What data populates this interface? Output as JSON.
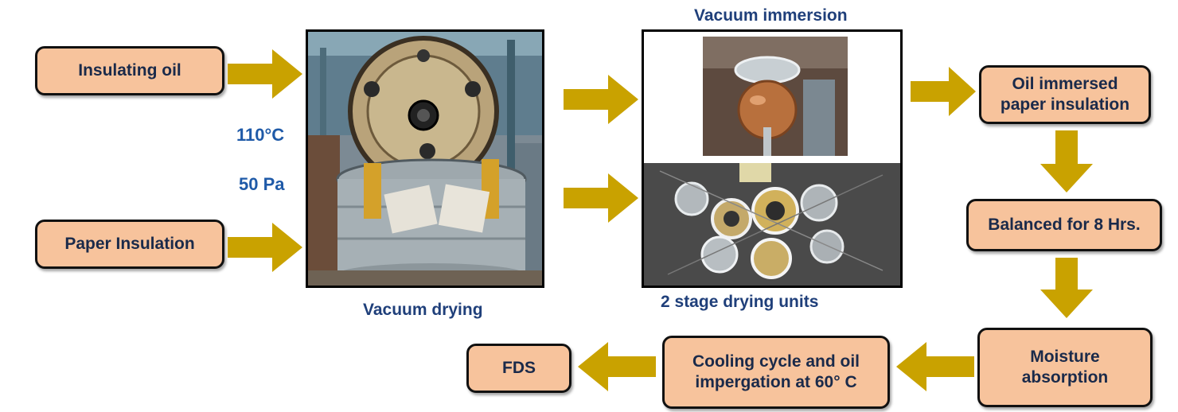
{
  "boxes": {
    "insulating_oil": "Insulating oil",
    "paper_insulation": "Paper Insulation",
    "oil_immersed": "Oil immersed\npaper  insulation",
    "balanced": "Balanced for 8 Hrs.",
    "moisture": "Moisture\nabsorption",
    "cooling": "Cooling cycle and oil\nimpergation at 60° C",
    "fds": "FDS"
  },
  "labels": {
    "temperature": "110°C",
    "pressure": "50 Pa",
    "vacuum_drying": "Vacuum drying",
    "vacuum_immersion": "Vacuum immersion",
    "drying_units": "2 stage drying units"
  },
  "colors": {
    "box_fill": "#f7c39c",
    "arrow": "#c9a200",
    "label_text": "#1f3f7a"
  },
  "icons": [
    "arrow-right-icon",
    "arrow-down-icon",
    "arrow-left-icon"
  ]
}
